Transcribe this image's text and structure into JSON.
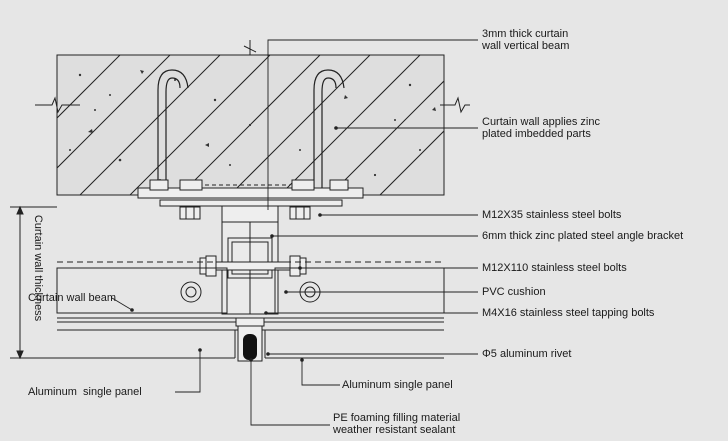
{
  "diagram": {
    "labels": {
      "vertical_beam": "3mm thick curtain\nwall vertical beam",
      "embedded_parts": "Curtain wall applies zinc\nplated imbedded parts",
      "bolts_m12x35": "M12X35 stainless steel bolts",
      "angle_bracket": "6mm thick zinc plated steel angle bracket",
      "bolts_m12x110": "M12X110 stainless steel bolts",
      "pvc_cushion": "PVC cushion",
      "tapping_bolts": "M4X16 stainless steel tapping bolts",
      "rivet": "Φ5 aluminum rivet",
      "panel_right": "Aluminum single panel",
      "panel_left": "Aluminum  single panel",
      "sealant": "PE foaming filling material\nweather resistant sealant",
      "beam": "Curtain wall beam",
      "thickness": "Curtain wall thickness"
    },
    "colors": {
      "background": "#e6e6e6",
      "line": "#1a1a1a",
      "concrete": "#dcdcdc"
    }
  }
}
